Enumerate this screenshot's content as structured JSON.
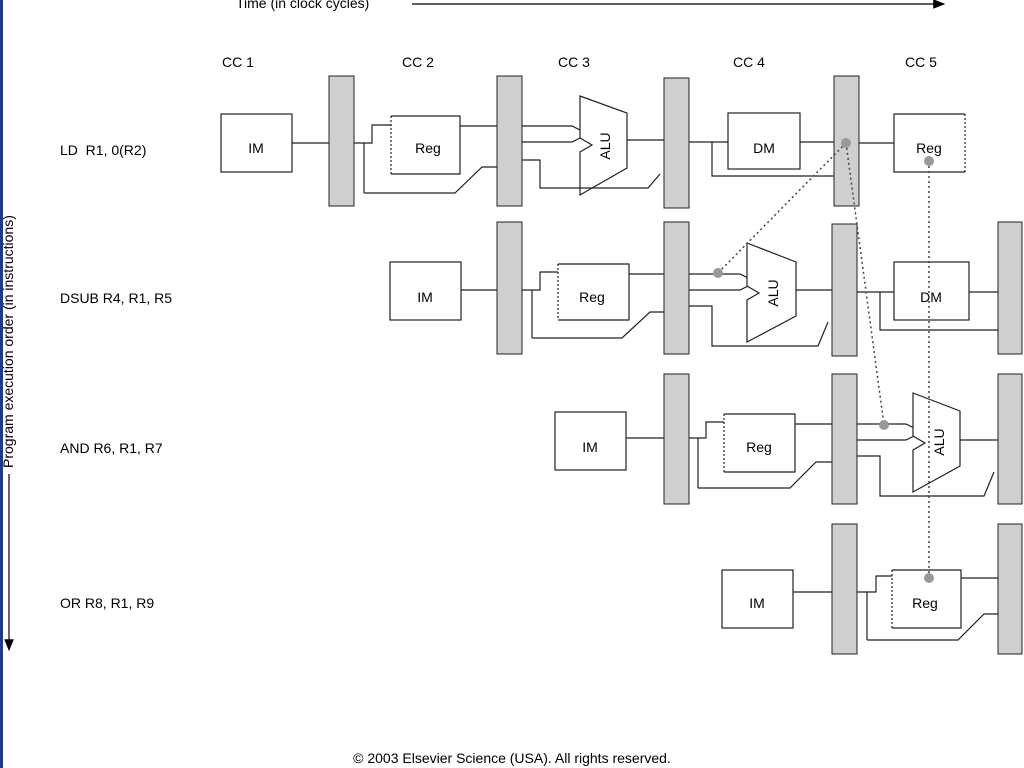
{
  "time_axis": {
    "label": "Time (in clock cycles)"
  },
  "order_axis": {
    "label": "Program execution order (in instructions)"
  },
  "clock_cycles": [
    "CC 1",
    "CC 2",
    "CC 3",
    "CC 4",
    "CC 5"
  ],
  "instructions": [
    {
      "label": "LD  R1, 0(R2)"
    },
    {
      "label": "DSUB R4, R1, R5"
    },
    {
      "label": "AND R6, R1, R7"
    },
    {
      "label": "OR R8, R1, R9"
    }
  ],
  "stage_labels": {
    "im": "IM",
    "reg": "Reg",
    "alu": "ALU",
    "dm": "DM"
  },
  "footer": "© 2003 Elsevier Science (USA). All rights reserved.",
  "colors": {
    "pipeline_register": "#cfcfcf",
    "line": "#222222",
    "forward_dot": "#999999"
  }
}
